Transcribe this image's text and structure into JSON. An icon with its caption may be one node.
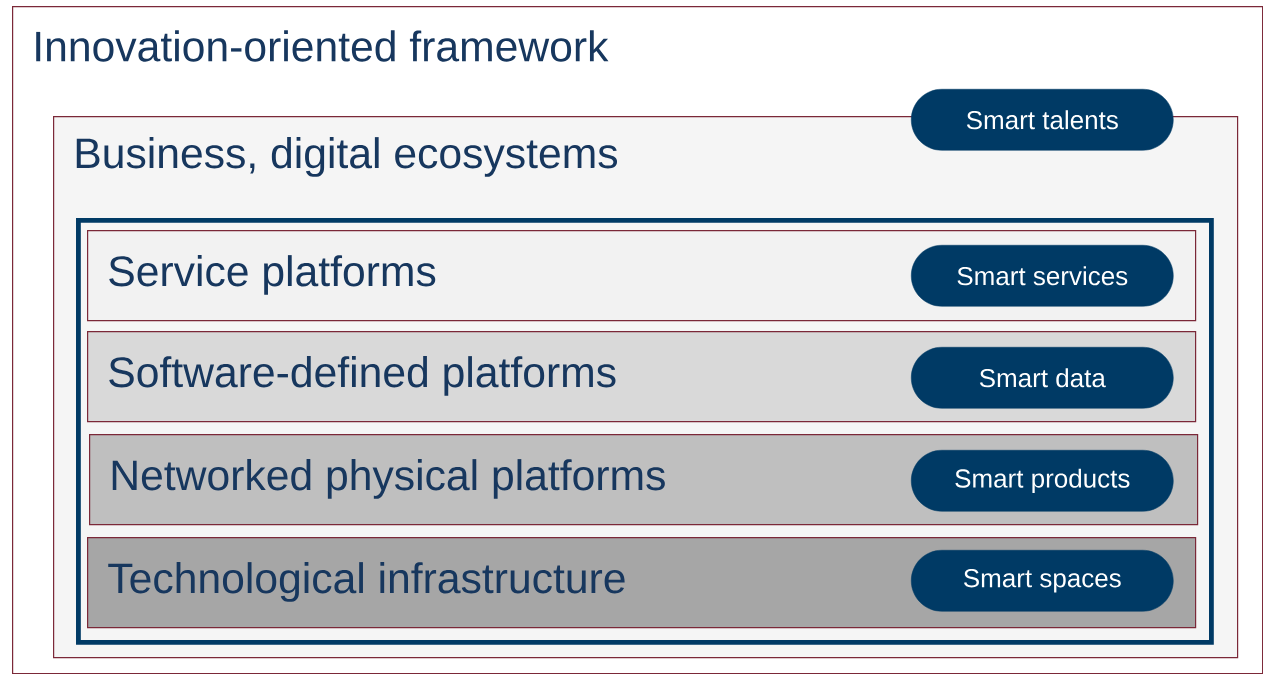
{
  "diagram": {
    "nodes": [
      {
        "text": [
          "Innovation-oriented framework"
        ]
      },
      {
        "text": [
          "Business, digital ecosystems"
        ],
        "in": 0
      },
      {
        "text": [
          "Smart talents"
        ],
        "in": 0
      },
      {
        "text": [],
        "shape": "box",
        "in": 1
      },
      {
        "text": [
          "Service platforms"
        ],
        "in": 3
      },
      {
        "text": [
          "Smart services"
        ],
        "in": 4
      },
      {
        "text": [
          "Software-defined platforms"
        ],
        "in": 3
      },
      {
        "text": [
          "Smart data"
        ],
        "in": 6
      },
      {
        "text": [
          "Networked physical platforms"
        ],
        "in": 3
      },
      {
        "text": [
          "Smart products"
        ],
        "in": 8
      },
      {
        "text": [
          "Technological infrastructure"
        ],
        "in": 3
      },
      {
        "text": [
          "Smart spaces"
        ],
        "in": 10
      }
    ]
  }
}
